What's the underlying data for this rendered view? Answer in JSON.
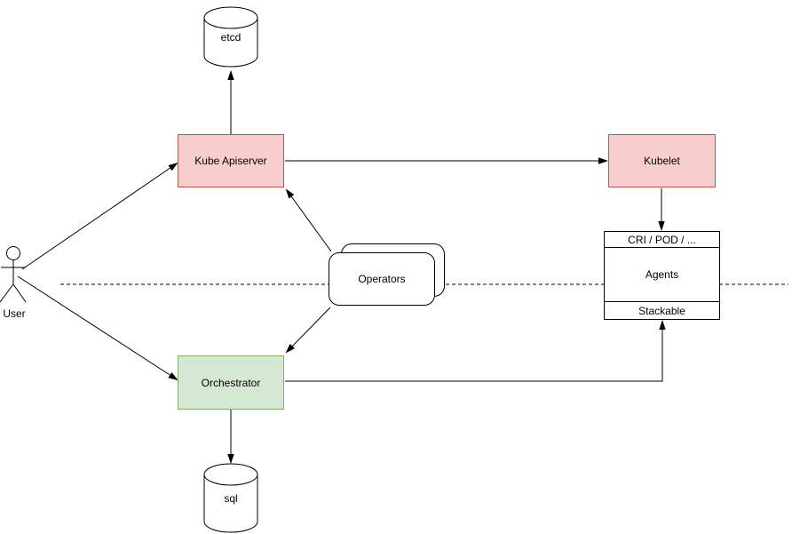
{
  "app": {
    "type": "architecture-diagram",
    "background": "#ffffff"
  },
  "colors": {
    "red_fill": "#f8cecc",
    "red_stroke": "#b85450",
    "green_fill": "#d5e8d4",
    "green_stroke": "#82b366",
    "line": "#000000",
    "bg": "#ffffff"
  },
  "nodes": {
    "etcd": {
      "label": "etcd",
      "shape": "cylinder"
    },
    "kube_apiserver": {
      "label": "Kube Apiserver",
      "shape": "rect",
      "fill": "#f8cecc"
    },
    "kubelet": {
      "label": "Kubelet",
      "shape": "rect",
      "fill": "#f8cecc"
    },
    "operators": {
      "label": "Operators",
      "shape": "stacked-rounded-rect"
    },
    "orchestrator": {
      "label": "Orchestrator",
      "shape": "rect",
      "fill": "#d5e8d4"
    },
    "node_stack": {
      "rows": [
        "CRI / POD / ...",
        "Agents",
        "Stackable"
      ],
      "shape": "partitioned-rect"
    },
    "sql": {
      "label": "sql",
      "shape": "cylinder"
    },
    "user": {
      "label": "User",
      "shape": "actor"
    }
  },
  "edges": [
    {
      "from": "Kube Apiserver",
      "to": "etcd",
      "arrow": "end",
      "style": "solid"
    },
    {
      "from": "User",
      "to": "Kube Apiserver",
      "arrow": "end",
      "style": "solid"
    },
    {
      "from": "User",
      "to": "Orchestrator",
      "arrow": "end",
      "style": "solid"
    },
    {
      "from": "Kube Apiserver",
      "to": "Kubelet",
      "arrow": "end",
      "style": "solid"
    },
    {
      "from": "Operators",
      "to": "Kube Apiserver",
      "arrow": "end",
      "style": "solid"
    },
    {
      "from": "Operators",
      "to": "Orchestrator",
      "arrow": "end",
      "style": "solid"
    },
    {
      "from": "Kubelet",
      "to": "CRI / POD / ...",
      "arrow": "end",
      "style": "solid"
    },
    {
      "from": "Orchestrator",
      "to": "Stackable",
      "arrow": "end",
      "style": "solid"
    },
    {
      "from": "Orchestrator",
      "to": "sql",
      "arrow": "end",
      "style": "solid"
    }
  ],
  "separator": {
    "style": "dashed",
    "orientation": "horizontal"
  }
}
